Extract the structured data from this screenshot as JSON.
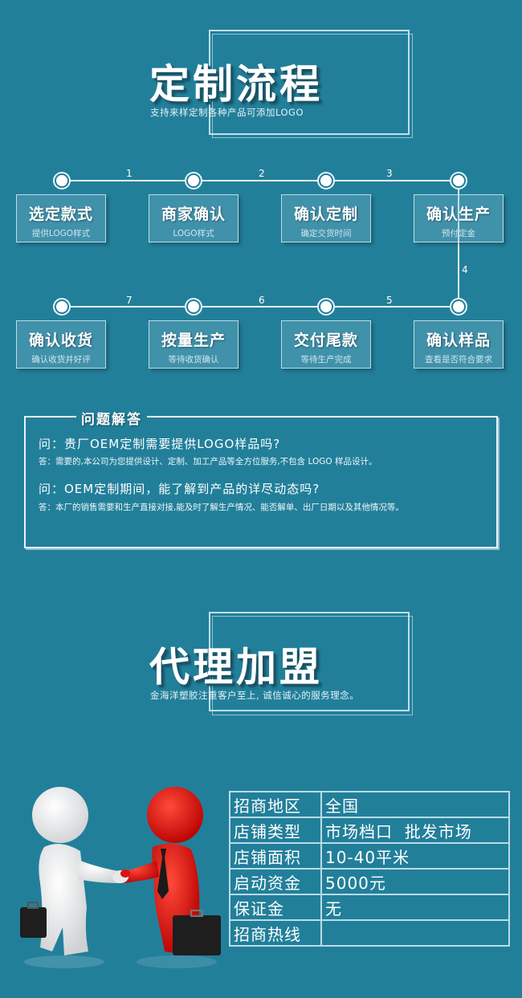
{
  "colors": {
    "background": "#227f9a",
    "line": "#e8f5fa",
    "figure_red": "#e01010",
    "figure_white": "#f2f2f2"
  },
  "section1": {
    "title": "定制流程",
    "subtitle": "支持来样定制各种产品可添加LOGO"
  },
  "process": {
    "steps": [
      {
        "title": "选定款式",
        "desc": "提供LOGO样式"
      },
      {
        "title": "商家确认",
        "desc": "LOGO样式"
      },
      {
        "title": "确认定制",
        "desc": "确定交货时间"
      },
      {
        "title": "确认生产",
        "desc": "预付定金"
      },
      {
        "title": "确认样品",
        "desc": "查看是否符合要求"
      },
      {
        "title": "交付尾款",
        "desc": "等待生产完成"
      },
      {
        "title": "按量生产",
        "desc": "等待收货确认"
      },
      {
        "title": "确认收货",
        "desc": "确认收货并好评"
      }
    ],
    "connectors": [
      "1",
      "2",
      "3",
      "4",
      "5",
      "6",
      "7"
    ]
  },
  "faq": {
    "heading": "问题解答",
    "items": [
      {
        "q": "问：贵厂OEM定制需要提供LOGO样品吗?",
        "a": "答：需要的,本公司为您提供设计、定制、加工产品等全方位服务,不包含 LOGO 样品设计。"
      },
      {
        "q": "问：OEM定制期间，能了解到产品的详尽动态吗?",
        "a": "答：本厂的销售需要和生产直接对接,能及时了解生产情况、能否解单、出厂日期以及其他情况等。"
      }
    ]
  },
  "section2": {
    "title": "代理加盟",
    "subtitle": "金海洋塑胶注重客户至上, 诚信诚心的服务理念。"
  },
  "franchise": {
    "image": "handshake-figures",
    "rows": [
      {
        "label": "招商地区",
        "value": "全国"
      },
      {
        "label": "店铺类型",
        "value": "市场档口  批发市场"
      },
      {
        "label": "店铺面积",
        "value": "10-40平米"
      },
      {
        "label": "启动资金",
        "value": "5000元"
      },
      {
        "label": "保证金",
        "value": "无"
      },
      {
        "label": "招商热线",
        "value": ""
      }
    ]
  }
}
